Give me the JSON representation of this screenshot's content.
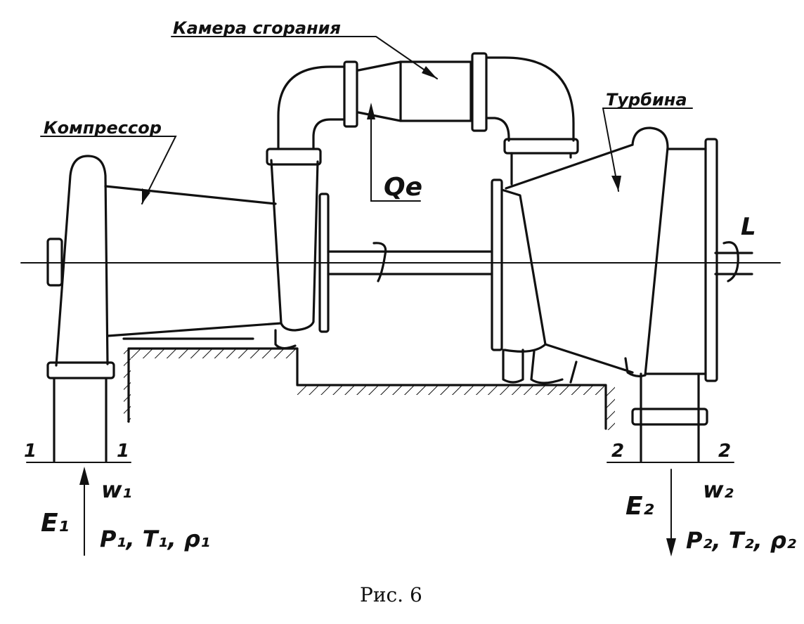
{
  "labels": {
    "combustion_chamber": "Камера сгорания",
    "compressor": "Компрессор",
    "turbine": "Турбина",
    "heat_input": "Qe",
    "work_output": "L",
    "inlet_section_left": "1",
    "inlet_section_right": "1",
    "outlet_section_left": "2",
    "outlet_section_right": "2",
    "inlet_energy": "E₁",
    "inlet_velocity": "w₁",
    "inlet_state": "P₁, T₁, ρ₁",
    "outlet_energy": "E₂",
    "outlet_velocity": "w₂",
    "outlet_state": "P₂, T₂, ρ₂"
  },
  "caption": "Рис. 6"
}
